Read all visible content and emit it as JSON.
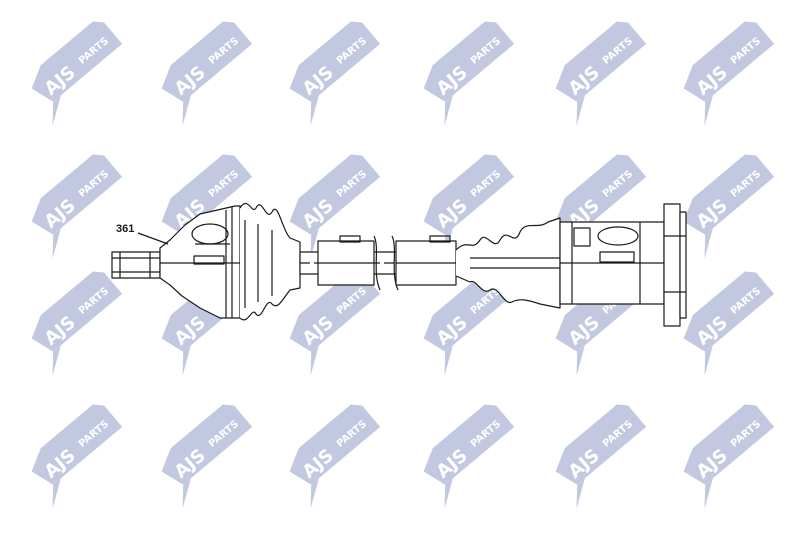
{
  "diagram": {
    "part_number_label": "361",
    "colors": {
      "background": "#ffffff",
      "line": "#1a1a1a",
      "watermark_fill": "#bcc3dd",
      "watermark_text": "#ffffff"
    },
    "icons": {
      "watermark": "ajs-parts-logo",
      "drawing": "drive-shaft-drawing"
    }
  },
  "watermark": {
    "brand": "AJS",
    "suffix": "PARTS"
  }
}
